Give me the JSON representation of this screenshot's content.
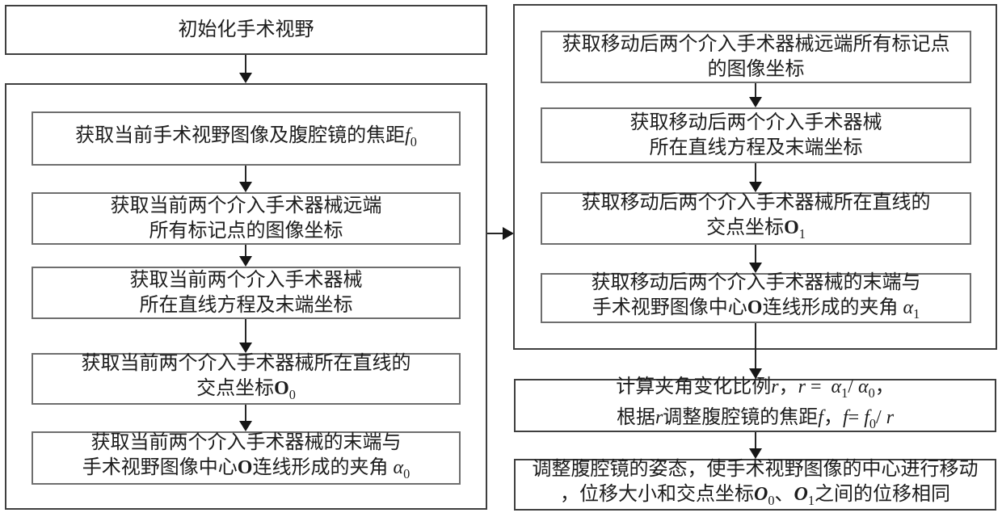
{
  "colors": {
    "background": "#ffffff",
    "ink": "#1d1d1d",
    "inner_border": "#6e6e6e",
    "outer_border": "#3f3f3f"
  },
  "flow": {
    "init": "初始化手术视野",
    "left_steps": [
      {
        "id": "current-image-focal",
        "lines": [
          [
            {
              "t": "获取当前手术视野图像及腹腔镜的焦距"
            },
            {
              "t": "f",
              "s": "i"
            },
            {
              "t": "0",
              "s": "sub"
            }
          ]
        ]
      },
      {
        "id": "current-markers",
        "lines": [
          [
            {
              "t": "获取当前两个介入手术器械远端"
            }
          ],
          [
            {
              "t": "所有标记点的图像坐标"
            }
          ]
        ]
      },
      {
        "id": "current-lines",
        "lines": [
          [
            {
              "t": "获取当前两个介入手术器械"
            }
          ],
          [
            {
              "t": "所在直线方程及末端坐标"
            }
          ]
        ]
      },
      {
        "id": "current-intersection",
        "lines": [
          [
            {
              "t": "获取当前两个介入手术器械所在直线的"
            }
          ],
          [
            {
              "t": "交点坐标"
            },
            {
              "t": "O",
              "s": "b"
            },
            {
              "t": "0",
              "s": "sub"
            }
          ]
        ]
      },
      {
        "id": "current-angle",
        "lines": [
          [
            {
              "t": "获取当前两个介入手术器械的末端与"
            }
          ],
          [
            {
              "t": "手术视野图像中心"
            },
            {
              "t": "O",
              "s": "b"
            },
            {
              "t": "连线形成的夹角 "
            },
            {
              "t": "α",
              "s": "i"
            },
            {
              "t": "0",
              "s": "sub"
            }
          ]
        ]
      }
    ],
    "right_steps": [
      {
        "id": "moved-markers",
        "lines": [
          [
            {
              "t": "获取移动后两个介入手术器械远端所有标记点"
            }
          ],
          [
            {
              "t": "的图像坐标"
            }
          ]
        ]
      },
      {
        "id": "moved-lines",
        "lines": [
          [
            {
              "t": "获取移动后两个介入手术器械"
            }
          ],
          [
            {
              "t": "所在直线方程及末端坐标"
            }
          ]
        ]
      },
      {
        "id": "moved-intersection",
        "lines": [
          [
            {
              "t": "获取移动后两个介入手术器械所在直线的"
            }
          ],
          [
            {
              "t": "交点坐标"
            },
            {
              "t": "O",
              "s": "b"
            },
            {
              "t": "1",
              "s": "sub"
            }
          ]
        ]
      },
      {
        "id": "moved-angle",
        "lines": [
          [
            {
              "t": "获取移动后两个介入手术器械的末端与"
            }
          ],
          [
            {
              "t": "手术视野图像中心"
            },
            {
              "t": "O",
              "s": "b"
            },
            {
              "t": "连线形成的夹角 "
            },
            {
              "t": "α",
              "s": "i"
            },
            {
              "t": "1",
              "s": "sub"
            }
          ]
        ]
      }
    ],
    "compute": {
      "lines": [
        [
          {
            "t": "计算夹角变化比例"
          },
          {
            "t": "r",
            "s": "i"
          },
          {
            "t": "，"
          },
          {
            "t": "r",
            "s": "i"
          },
          {
            "t": " =  "
          },
          {
            "t": "α",
            "s": "i"
          },
          {
            "t": "1",
            "s": "sub"
          },
          {
            "t": "/ "
          },
          {
            "t": "α",
            "s": "i"
          },
          {
            "t": "0",
            "s": "sub"
          },
          {
            "t": "，"
          }
        ],
        [
          {
            "t": "根据"
          },
          {
            "t": "r",
            "s": "i"
          },
          {
            "t": "调整腹腔镜的焦距"
          },
          {
            "t": "f",
            "s": "i"
          },
          {
            "t": "，"
          },
          {
            "t": "f",
            "s": "i"
          },
          {
            "t": "= "
          },
          {
            "t": "f",
            "s": "i"
          },
          {
            "t": "0",
            "s": "sub"
          },
          {
            "t": "/ "
          },
          {
            "t": "r",
            "s": "i"
          }
        ]
      ]
    },
    "adjust": {
      "lines": [
        [
          {
            "t": "调整腹腔镜的姿态，使手术视野图像的中心进行移动"
          }
        ],
        [
          {
            "t": "，位移大小和交点坐标"
          },
          {
            "t": "O",
            "s": "bi"
          },
          {
            "t": "0",
            "s": "sub"
          },
          {
            "t": "、"
          },
          {
            "t": "O",
            "s": "bi"
          },
          {
            "t": "1",
            "s": "sub"
          },
          {
            "t": "之间的位移相同"
          }
        ]
      ]
    }
  }
}
